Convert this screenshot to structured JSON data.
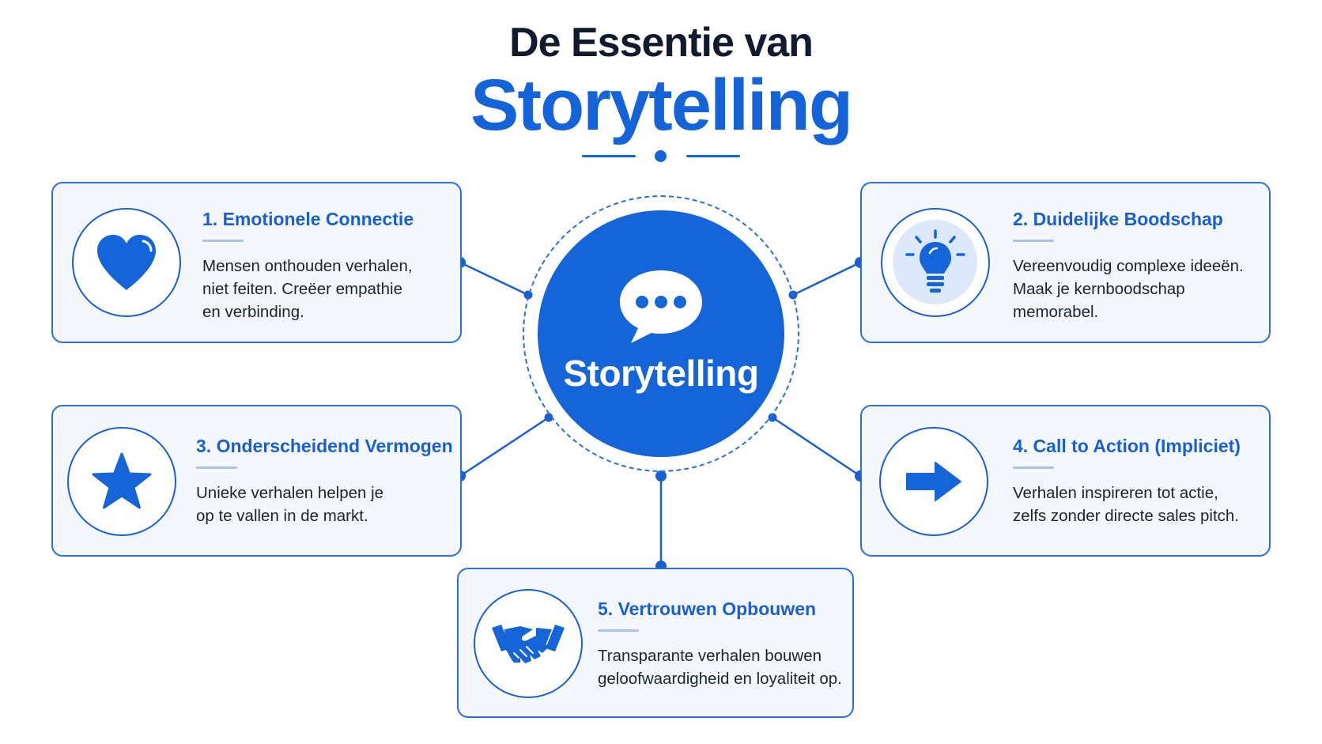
{
  "header": {
    "title_line1": "De Essentie van",
    "title_line2": "Storytelling"
  },
  "center": {
    "label": "Storytelling",
    "icon": "speech-bubble-icon"
  },
  "cards": [
    {
      "title": "1. Emotionele Connectie",
      "lines": [
        "Mensen onthouden verhalen,",
        "niet feiten. Creëer empathie",
        "en verbinding."
      ],
      "icon": "heart-icon"
    },
    {
      "title": "2. Duidelijke Boodschap",
      "lines": [
        "Vereenvoudig complexe ideeën.",
        "Maak je kernboodschap",
        "memorabel."
      ],
      "icon": "lightbulb-icon"
    },
    {
      "title": "3. Onderscheidend Vermogen",
      "lines": [
        "Unieke verhalen helpen je",
        "op te vallen in de markt."
      ],
      "icon": "star-icon"
    },
    {
      "title": "4. Call to Action (Impliciet)",
      "lines": [
        "Verhalen inspireren tot actie,",
        "zelfs zonder directe sales pitch."
      ],
      "icon": "arrow-right-icon"
    },
    {
      "title": "5. Vertrouwen Opbouwen",
      "lines": [
        "Transparante verhalen bouwen",
        "geloofwaardigheid en loyaliteit op."
      ],
      "icon": "handshake-icon"
    }
  ],
  "colors": {
    "primary": "#1665d8",
    "title_dark": "#121a2e",
    "card_bg": "#f4f7fc",
    "card_border": "#2a6fdc"
  }
}
